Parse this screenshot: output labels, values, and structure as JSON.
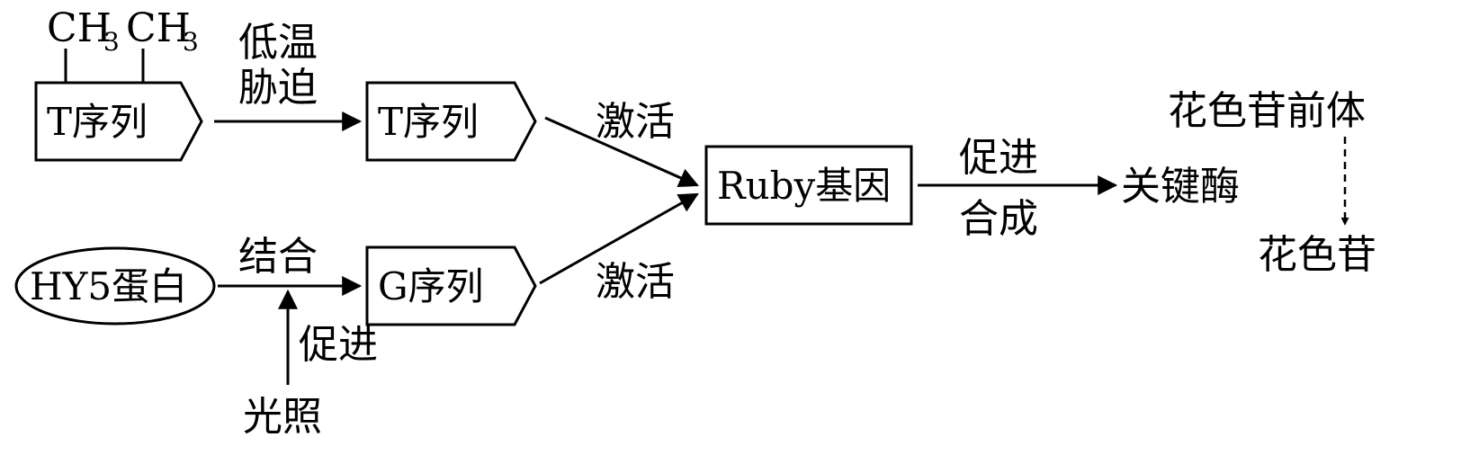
{
  "methyl": {
    "ch": "CH",
    "sub": "3"
  },
  "nodes": {
    "t_seq_methylated": "T序列",
    "t_seq": "T序列",
    "hy5_protein": "HY5蛋白",
    "g_seq": "G序列",
    "ruby_gene": "Ruby基因",
    "key_enzyme": "关键酶",
    "anthocyanin_precursor": "花色苷前体",
    "anthocyanin": "花色苷",
    "light": "光照"
  },
  "edges": {
    "cold_stress_line1": "低温",
    "cold_stress_line2": "胁迫",
    "activate_top": "激活",
    "activate_bottom": "激活",
    "promote_synthesis_line1": "促进",
    "promote_synthesis_line2": "合成",
    "bind": "结合",
    "promote_light": "促进"
  }
}
